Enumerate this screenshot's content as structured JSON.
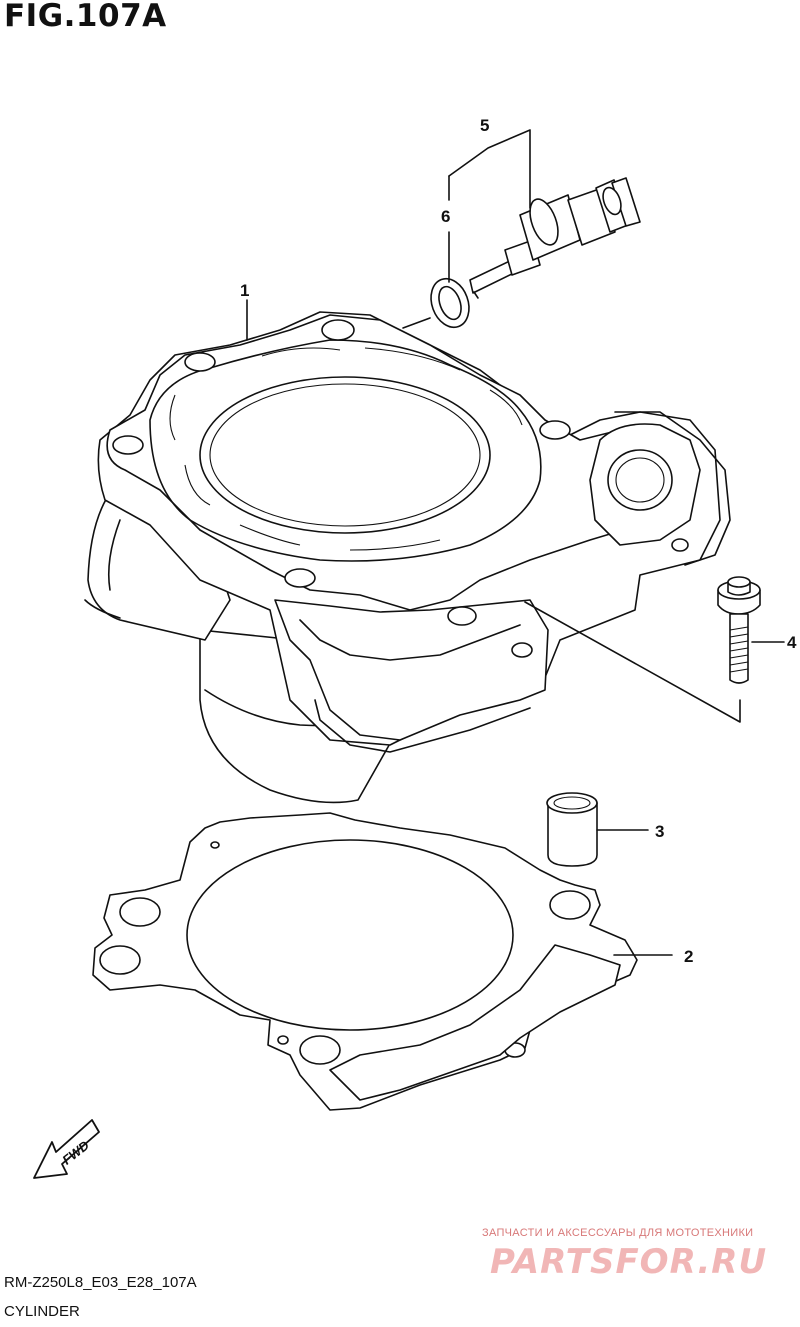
{
  "figure": {
    "title": "FIG.107A",
    "model_code": "RM-Z250L8_E03_E28_107A",
    "caption": "CYLINDER"
  },
  "callouts": [
    "1",
    "2",
    "3",
    "4",
    "5",
    "6"
  ],
  "fwd_label": "FWD",
  "watermark": {
    "tagline": "ЗАПЧАСТИ И АКСЕССУАРЫ ДЛЯ МОТОТЕХНИКИ",
    "brand": "PARTSFOR.RU"
  }
}
